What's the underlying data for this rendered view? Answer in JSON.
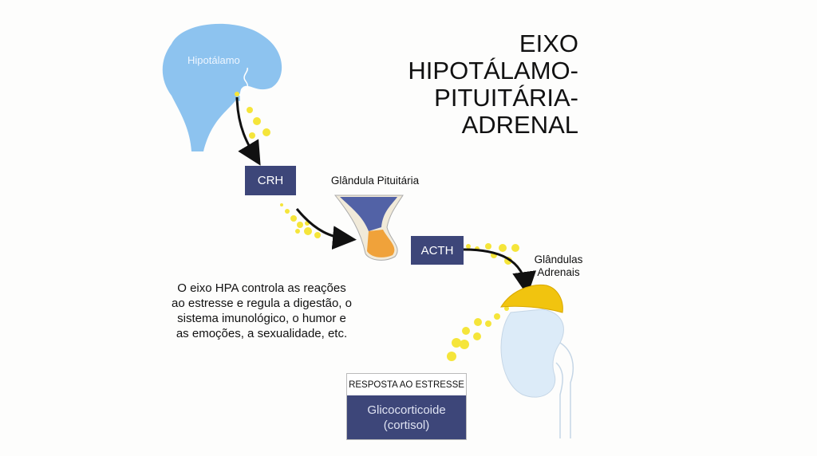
{
  "title": [
    "EIXO",
    "HIPOTÁLAMO-",
    "PITUITÁRIA-",
    "ADRENAL"
  ],
  "brain_label": "Hipotálamo",
  "crh": "CRH",
  "pituitary_label": "Glândula Pituitária",
  "acth": "ACTH",
  "adrenal_label": [
    "Glândulas",
    "Adrenais"
  ],
  "description": [
    "O eixo HPA controla as reações",
    "ao estresse e regula a digestão, o",
    "sistema imunológico, o humor e",
    "as emoções, a sexualidade, etc."
  ],
  "response": {
    "header": "RESPOSTA AO ESTRESSE",
    "body": [
      "Glicocorticoide",
      "(cortisol)"
    ]
  },
  "colors": {
    "brain": "#8dc3ef",
    "box": "#3d4679",
    "hormone": "#f5e53a",
    "gland": "#f1c40f"
  }
}
